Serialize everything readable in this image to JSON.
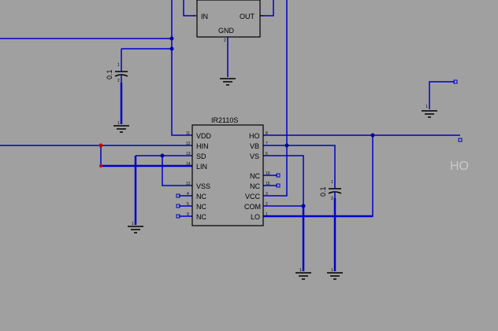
{
  "schematic": {
    "regulator": {
      "pin_in": "IN",
      "pin_out": "OUT",
      "pin_gnd": "GND",
      "pin_gnd_num": "2"
    },
    "cap_left": {
      "value": "0.1",
      "pin1": "1",
      "pin2": "2"
    },
    "cap_right": {
      "value": "0.1",
      "pin1": "1",
      "pin2": "2"
    },
    "ic": {
      "name": "IR2110S",
      "pins_left": [
        {
          "num": "11",
          "label": "VDD"
        },
        {
          "num": "12",
          "label": "HIN"
        },
        {
          "num": "13",
          "label": "SD"
        },
        {
          "num": "14",
          "label": "LIN"
        },
        {
          "num": "12",
          "label": "VSS"
        },
        {
          "num": "4",
          "label": "NC"
        },
        {
          "num": "5",
          "label": "NC"
        },
        {
          "num": "9",
          "label": "NC"
        }
      ],
      "pins_right": [
        {
          "num": "8",
          "label": "HO"
        },
        {
          "num": "7",
          "label": "VB"
        },
        {
          "num": "6",
          "label": "VS"
        },
        {
          "num": "10",
          "label": "NC"
        },
        {
          "num": "15",
          "label": "NC"
        },
        {
          "num": "3",
          "label": "VCC"
        },
        {
          "num": "2",
          "label": "COM"
        },
        {
          "num": "1",
          "label": "LO"
        }
      ]
    },
    "net_label": "HO",
    "ground_pin_num": "1"
  },
  "colors": {
    "background": "#a0a0a0",
    "wire": "#0000cc",
    "component": "#000000",
    "junction": "#0000aa",
    "net_label": "#c8c8c8",
    "selected_node": "#cc0000"
  }
}
